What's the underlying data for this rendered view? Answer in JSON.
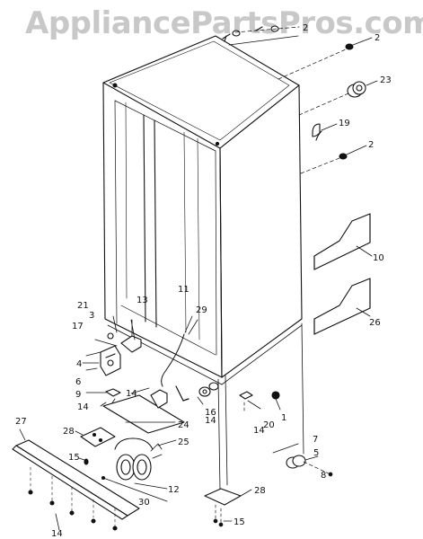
{
  "watermark": "AppliancePartsPros.com",
  "callouts": [
    {
      "id": "c2a",
      "text": "2"
    },
    {
      "id": "c2b",
      "text": "2"
    },
    {
      "id": "c2c",
      "text": "2"
    },
    {
      "id": "c23",
      "text": "23"
    },
    {
      "id": "c19",
      "text": "19"
    },
    {
      "id": "c10",
      "text": "10"
    },
    {
      "id": "c26",
      "text": "26"
    },
    {
      "id": "c11",
      "text": "11"
    },
    {
      "id": "c13",
      "text": "13"
    },
    {
      "id": "c29",
      "text": "29"
    },
    {
      "id": "c21",
      "text": "21"
    },
    {
      "id": "c3",
      "text": "3"
    },
    {
      "id": "c17",
      "text": "17"
    },
    {
      "id": "c4",
      "text": "4"
    },
    {
      "id": "c6",
      "text": "6"
    },
    {
      "id": "c9",
      "text": "9"
    },
    {
      "id": "c14a",
      "text": "14"
    },
    {
      "id": "c14b",
      "text": "14"
    },
    {
      "id": "c14c",
      "text": "14"
    },
    {
      "id": "c14d",
      "text": "14"
    },
    {
      "id": "c14e",
      "text": "14"
    },
    {
      "id": "c16",
      "text": "16"
    },
    {
      "id": "c1",
      "text": "1"
    },
    {
      "id": "c20",
      "text": "20"
    },
    {
      "id": "c24",
      "text": "24"
    },
    {
      "id": "c25",
      "text": "25"
    },
    {
      "id": "c28a",
      "text": "28"
    },
    {
      "id": "c28b",
      "text": "28"
    },
    {
      "id": "c27",
      "text": "27"
    },
    {
      "id": "c15a",
      "text": "15"
    },
    {
      "id": "c15b",
      "text": "15"
    },
    {
      "id": "c12",
      "text": "12"
    },
    {
      "id": "c30",
      "text": "30"
    },
    {
      "id": "c7",
      "text": "7"
    },
    {
      "id": "c5",
      "text": "5"
    },
    {
      "id": "c8",
      "text": "8"
    }
  ]
}
